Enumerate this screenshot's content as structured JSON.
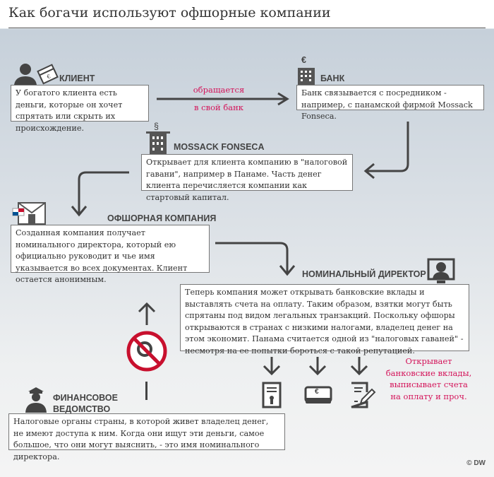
{
  "title": "Как богачи используют офшорные компании",
  "client": {
    "label": "КЛИЕНТ",
    "text": "У богатого клиента есть деньги, которые он хочет спрятать или скрыть их происхождение."
  },
  "arrow_client_bank": {
    "top": "обращается",
    "bottom": "в свой банк"
  },
  "bank": {
    "label": "БАНК",
    "icon_symbol": "€",
    "text": "Банк связывается с посредником - например, с панамской фирмой Mossack Fonseca."
  },
  "mossack": {
    "label": "MOSSACK FONSECA",
    "icon_symbol": "§",
    "text": "Открывает для клиента компанию в \"налоговой гавани\", например в Панаме. Часть денег клиента перечисляется компании как стартовый капитал."
  },
  "offshore": {
    "label": "ОФШОРНАЯ КОМПАНИЯ",
    "text": "Созданная компания получает номинального директора, который ею официально руководит и чье имя указывается во всех документах. Клиент остается анонимным."
  },
  "director": {
    "label": "НОМИНАЛЬНЫЙ ДИРЕКТОР",
    "text": "Теперь компания может открывать банковские вклады и выставлять счета на оплату. Таким образом, взятки могут быть спрятаны под видом легальных транзакций. Поскольку офшоры открываются в странах с низкими налогами, владелец денег на этом экономит. Панама считается одной из \"налоговых гаваней\" - несмотря на ее попытки бороться с такой репутацией."
  },
  "director_actions": [
    "Открывает",
    "банковские вклады,",
    "выписывает счета",
    "на оплату и проч."
  ],
  "money_symbol": "€",
  "tax": {
    "label_line1": "ФИНАНСОВОЕ",
    "label_line2": "ВЕДОМСТВО",
    "text": "Налоговые органы страны, в которой живет владелец денег, не имеют доступа к ним. Когда они ищут эти деньги, самое большое, что они могут выяснить, - это имя номинального директора."
  },
  "credit": "© DW",
  "colors": {
    "accent": "#d4145a",
    "arrow": "#444444"
  }
}
